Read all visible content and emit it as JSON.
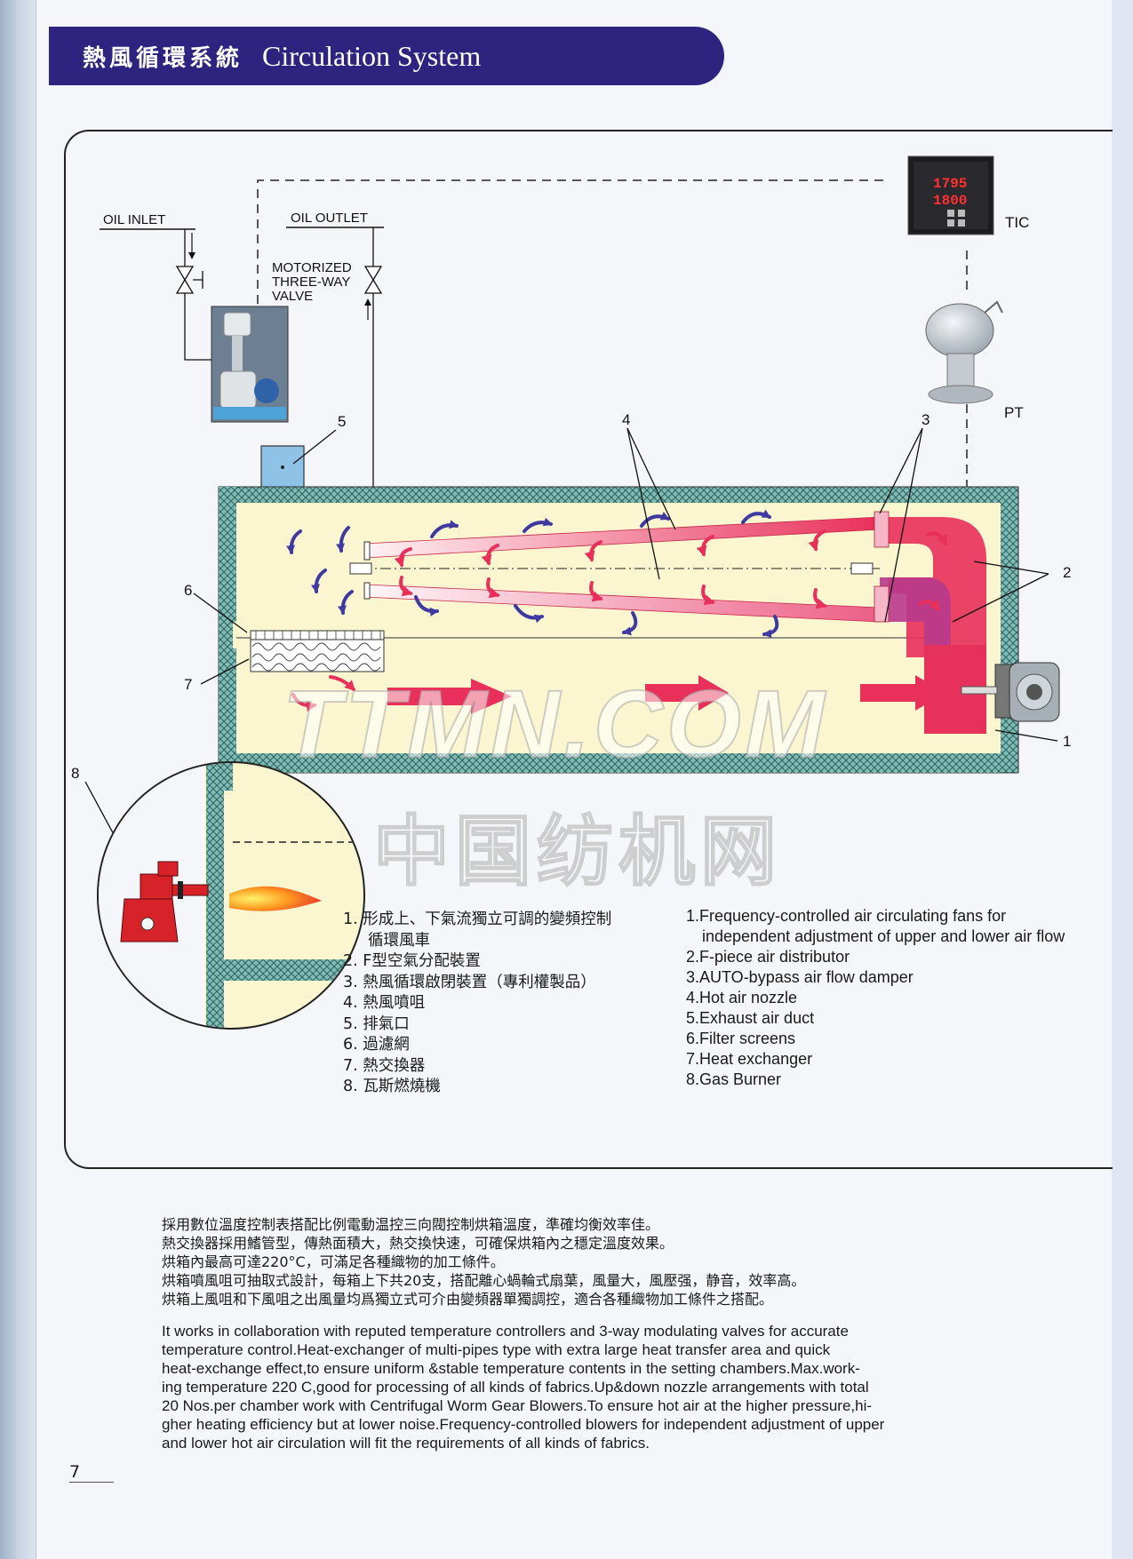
{
  "header": {
    "title_zh": "熱風循環系統",
    "title_en": "Circulation System"
  },
  "diagram": {
    "oil_inlet": "OIL INLET",
    "oil_outlet": "OIL OUTLET",
    "valve_label_1": "MOTORIZED",
    "valve_label_2": "THREE-WAY",
    "valve_label_3": "VALVE",
    "tic": "TIC",
    "pt": "PT",
    "controller_readout_1": "1795",
    "controller_readout_2": "1800",
    "callouts": [
      "1",
      "2",
      "3",
      "4",
      "5",
      "6",
      "7",
      "8"
    ]
  },
  "legend_zh": [
    "1. 形成上、下氣流獨立可調的變頻控制",
    "循環風車",
    "2. F型空氣分配裝置",
    "3. 熱風循環啟閉裝置（專利權製品）",
    "4. 熱風噴咀",
    "5. 排氣口",
    "6. 過濾網",
    "7. 熱交換器",
    "8. 瓦斯燃燒機"
  ],
  "legend_en": [
    "1.Frequency-controlled air circulating fans for",
    "independent adjustment of upper and lower air flow",
    "2.F-piece air distributor",
    "3.AUTO-bypass air flow damper",
    "4.Hot air nozzle",
    "5.Exhaust air duct",
    "6.Filter screens",
    "7.Heat exchanger",
    "8.Gas Burner"
  ],
  "description_zh": [
    "採用數位溫度控制表搭配比例電動温控三向閥控制烘箱溫度，準確均衡效率佳。",
    "熱交換器採用鰭管型，傳熱面積大，熱交換快速，可確保烘箱內之穩定溫度效果。",
    "烘箱內最高可達220°C，可滿足各種織物的加工條件。",
    "烘箱噴風咀可抽取式設計，每箱上下共20支，搭配離心蝸輪式扇葉，風量大，風壓强，静音，效率高。",
    "烘箱上風咀和下風咀之出風量均爲獨立式可介由變頻器單獨調控，適合各種織物加工條件之搭配。"
  ],
  "description_en": [
    "It works in collaboration with reputed temperature controllers and 3-way modulating valves for accurate",
    "temperature control.Heat-exchanger of multi-pipes type with extra large heat transfer area and quick",
    "heat-exchange effect,to ensure uniform &stable temperature contents in the setting chambers.Max.work-",
    "ing temperature 220 C,good for processing of all kinds of fabrics.Up&down nozzle arrangements with total",
    "20 Nos.per chamber work with Centrifugal Worm Gear Blowers.To ensure hot air at the higher pressure,hi-",
    "gher heating efficiency but at lower noise.Frequency-controlled blowers for independent adjustment of upper",
    "and lower hot air circulation will fit the requirements of all kinds of fabrics."
  ],
  "page_number": "7",
  "watermark": {
    "en": "TTMN.COM",
    "zh": "中国纺机网"
  },
  "colors": {
    "title_bar": "#2e2480",
    "chamber_fill": "#fbf6cf",
    "insulation": "#5fa6a0",
    "hot_red": "#e8305a",
    "pink": "#f08aa8",
    "air_arrow": "#3e3aa0",
    "burner": "#d8222a"
  }
}
